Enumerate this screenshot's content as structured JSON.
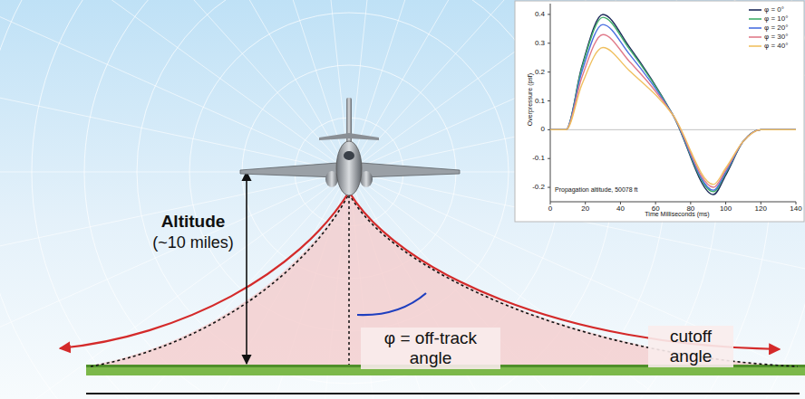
{
  "diagram": {
    "labels": [
      "Altitude",
      "(~10 miles)",
      "φ = off-track angle",
      "cutoff angle",
      "Overpressure (psf)",
      "Time Milliseconds (ms)",
      "Propagation altitude, 50078 ft",
      "0.4",
      "0.3",
      "0.2",
      "0.1",
      "0",
      "-0.1",
      "-0.2",
      "0",
      "20",
      "40",
      "60",
      "80",
      "100",
      "120",
      "140"
    ],
    "legend": [
      {
        "text": "φ = 0°"
      },
      {
        "text": "φ = 10°"
      },
      {
        "text": "φ = 20°"
      },
      {
        "text": "φ = 30°"
      },
      {
        "text": "φ = 40°"
      }
    ]
  }
}
